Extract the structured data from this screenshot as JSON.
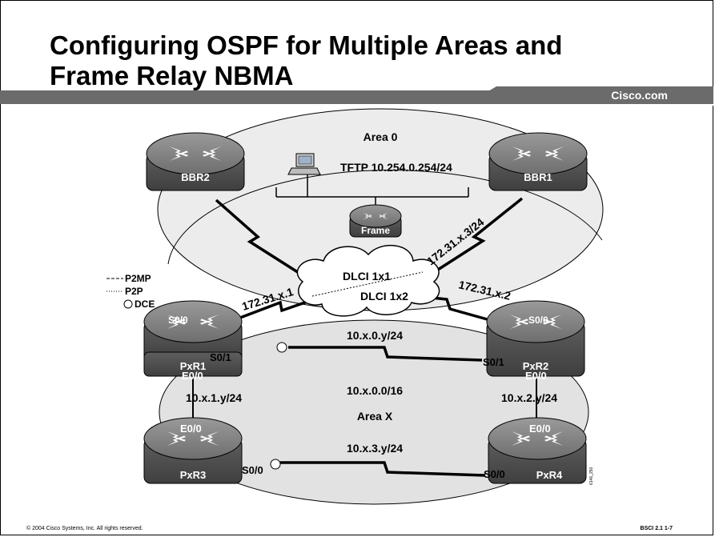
{
  "slide": {
    "title_line1": "Configuring OSPF for Multiple Areas and",
    "title_line2": "Frame Relay NBMA",
    "brand": "Cisco.com",
    "copyright": "© 2004 Cisco Systems, Inc. All rights reserved.",
    "slide_number": "BSCI 2.1   1-7",
    "figure_id": "6146_250"
  },
  "areas": {
    "area0": "Area 0",
    "areaX": "Area X",
    "areaX_network": "10.x.0.0/16"
  },
  "routers": {
    "bbr2": "BBR2",
    "bbr1": "BBR1",
    "frame": "Frame",
    "pxr1": "PxR1",
    "pxr2": "PxR2",
    "pxr3": "PxR3",
    "pxr4": "PxR4"
  },
  "tftp": "TFTP 10.254.0.254/24",
  "cloud": {
    "dlci_1x1": "DLCI 1x1",
    "dlci_1x2": "DLCI 1x2"
  },
  "links": {
    "bbr1_addr": "172.31.x.3/24",
    "pxr1_fr_addr": "172.31.x.1",
    "pxr2_fr_addr": "172.31.x.2",
    "pxr1_pxr2_net": "10.x.0.y/24",
    "pxr1_pxr3_net": "10.x.1.y/24",
    "pxr2_pxr4_net": "10.x.2.y/24",
    "pxr3_pxr4_net": "10.x.3.y/24"
  },
  "interfaces": {
    "pxr1_s00": "S0/0",
    "pxr1_s01": "S0/1",
    "pxr1_e00": "E0/0",
    "pxr2_s00": "S0/0",
    "pxr2_s01": "S0/1",
    "pxr2_e00": "E0/0",
    "pxr3_e00": "E0/0",
    "pxr3_s00": "S0/0",
    "pxr4_e00": "E0/0",
    "pxr4_s00": "S0/0"
  },
  "legend": {
    "p2mp": "P2MP",
    "p2p": "P2P",
    "dce": "DCE"
  },
  "colors": {
    "header_bar": "#6b6b6b",
    "router_top": "#8a8a8a",
    "router_body": "#5a5a5a",
    "area_fill": "#e6e6e6"
  }
}
